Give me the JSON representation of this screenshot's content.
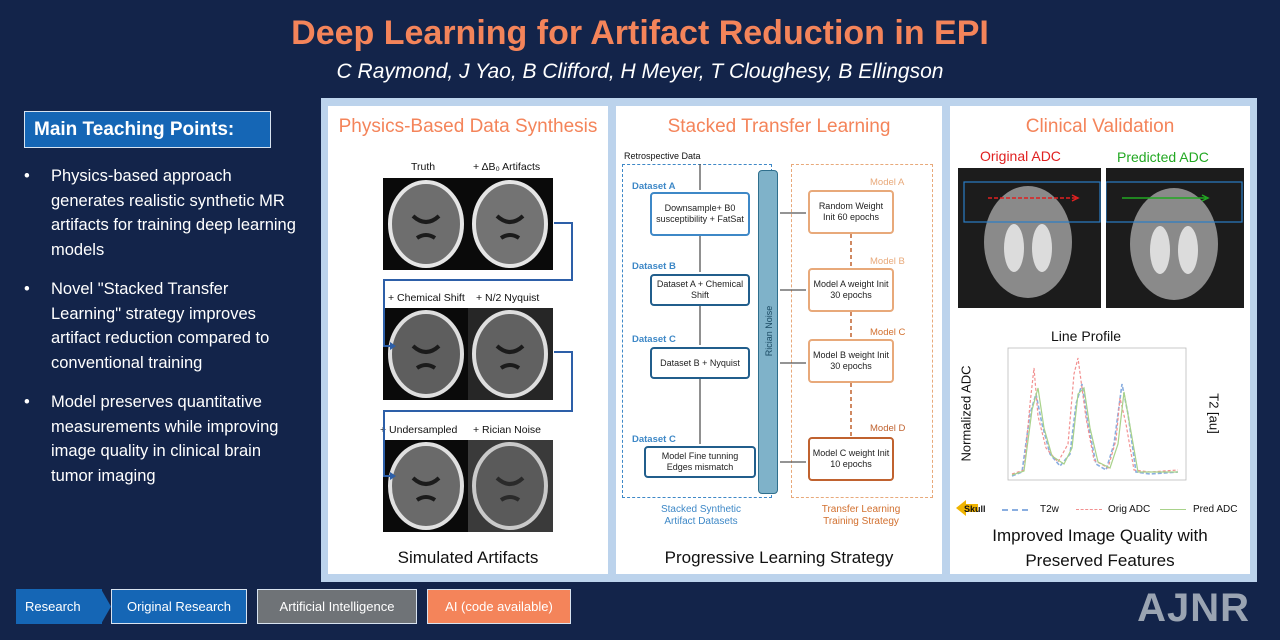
{
  "header": {
    "title": "Deep Learning for Artifact Reduction in EPI",
    "authors": "C Raymond, J Yao, B Clifford, H Meyer, T Cloughesy, B Ellingson"
  },
  "teaching": {
    "heading": "Main Teaching Points:",
    "points": [
      "Physics-based approach generates realistic synthetic MR artifacts for training deep learning models",
      "Novel \"Stacked Transfer Learning\" strategy improves artifact reduction compared to conventional training",
      "Model preserves quantitative measurements while improving image quality in clinical brain tumor imaging"
    ]
  },
  "panel1": {
    "title": "Physics-Based Data Synthesis",
    "labels": [
      "Truth",
      "+ ΔB₀ Artifacts",
      "+ Chemical Shift",
      "+ N/2 Nyquist",
      "+ Undersampled",
      "+ Rician Noise"
    ],
    "footer": "Simulated Artifacts"
  },
  "panel2": {
    "title": "Stacked Transfer Learning",
    "retro": "Retrospective Data",
    "datasets": [
      "Dataset A",
      "Dataset B",
      "Dataset C",
      "Dataset C"
    ],
    "steps": [
      "Downsample+ B0 susceptibility + FatSat",
      "Dataset A + Chemical Shift",
      "Dataset B + Nyquist",
      "Model Fine tunning Edges mismatch"
    ],
    "noise": "Rician Noise",
    "models": [
      "Model A",
      "Model B",
      "Model C",
      "Model D"
    ],
    "trains": [
      "Random Weight Init 60 epochs",
      "Model A weight Init 30 epochs",
      "Model B weight Init 30 epochs",
      "Model C weight Init 10 epochs"
    ],
    "left_caption": "Stacked Synthetic Artifact Datasets",
    "right_caption": "Transfer Learning Training Strategy",
    "footer": "Progressive Learning Strategy"
  },
  "panel3": {
    "title": "Clinical Validation",
    "orig_label": "Original ADC",
    "pred_label": "Predicted ADC",
    "profile_title": "Line Profile",
    "ylabel_left": "Normalized ADC",
    "ylabel_right": "T2 [au]",
    "legend": [
      "Skull",
      "T2w",
      "Orig ADC",
      "Pred ADC"
    ],
    "footer_line1": "Improved Image Quality with",
    "footer_line2": "Preserved Features"
  },
  "tags": [
    "Research",
    "Original Research",
    "Artificial Intelligence",
    "AI (code available)"
  ],
  "brand": "AJNR",
  "colors": {
    "accent": "#f4845a",
    "background": "#13244a",
    "blue": "#1566b5",
    "orig": "#e02020",
    "pred": "#22a822"
  }
}
